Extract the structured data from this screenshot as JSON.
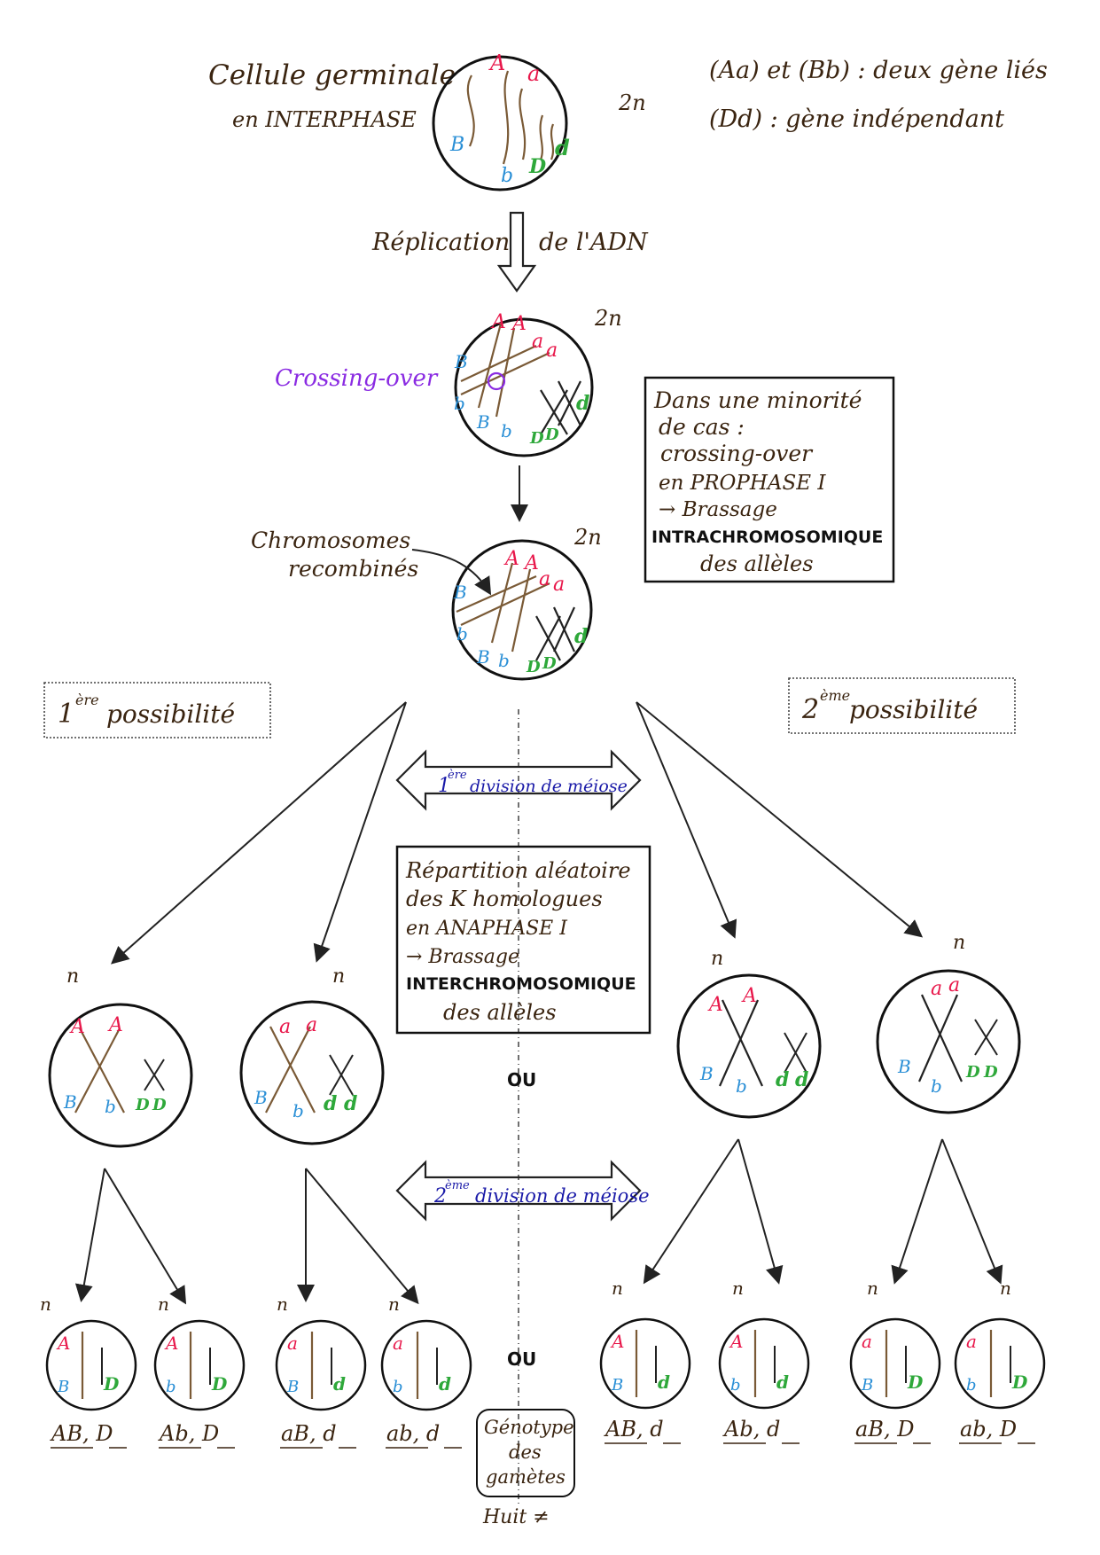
{
  "title_left": [
    "Cellule germinale",
    "en INTERPHASE"
  ],
  "legend": [
    "(Aa) et (Bb) : deux gène liés",
    "(Dd) : gène indépendant"
  ],
  "ploidy": {
    "diploid": "2n",
    "haploid": "n"
  },
  "replication": {
    "left": "Réplication",
    "right": "de l'ADN"
  },
  "crossing_label": "Crossing-over",
  "box_intra": [
    "Dans une minorité",
    "de cas :",
    "crossing-over",
    "en PROPHASE I",
    "→ Brassage",
    "INTRACHROMOSOMIQUE",
    "des allèles"
  ],
  "recombined_label": [
    "Chromosomes",
    "recombinés"
  ],
  "possibility_1": {
    "num": "1",
    "sup": "ère",
    "text": "possibilité"
  },
  "possibility_2": {
    "num": "2",
    "sup": "ème",
    "text": "possibilité"
  },
  "division_1": {
    "num": "1",
    "sup": "ère",
    "text": "division de méiose"
  },
  "division_2": {
    "num": "2",
    "sup": "ème",
    "text": "division de méiose"
  },
  "box_inter": [
    "Répartition aléatoire",
    "des K homologues",
    "en ANAPHASE I",
    "→ Brassage",
    "INTERCHROMOSOMIQUE",
    "des allèles"
  ],
  "ou": "OU",
  "genotype_box": [
    "Génotype",
    "des",
    "gamètes"
  ],
  "eight": "Huit ≠",
  "alleles": {
    "A": "A",
    "a": "a",
    "B": "B",
    "b": "b",
    "D": "D",
    "d": "d"
  },
  "colors": {
    "red": "#e8174a",
    "blue": "#2a8fd6",
    "green": "#2ea83a",
    "purple": "#8a2be2",
    "navy": "#1a1aa8",
    "ink": "#3a2410"
  },
  "gametes": [
    {
      "g1": "A",
      "g2": "B",
      "g3": "D"
    },
    {
      "g1": "A",
      "g2": "b",
      "g3": "D"
    },
    {
      "g1": "a",
      "g2": "B",
      "g3": "d"
    },
    {
      "g1": "a",
      "g2": "b",
      "g3": "d"
    },
    {
      "g1": "A",
      "g2": "B",
      "g3": "d"
    },
    {
      "g1": "A",
      "g2": "b",
      "g3": "d"
    },
    {
      "g1": "a",
      "g2": "B",
      "g3": "D"
    },
    {
      "g1": "a",
      "g2": "b",
      "g3": "D"
    }
  ]
}
